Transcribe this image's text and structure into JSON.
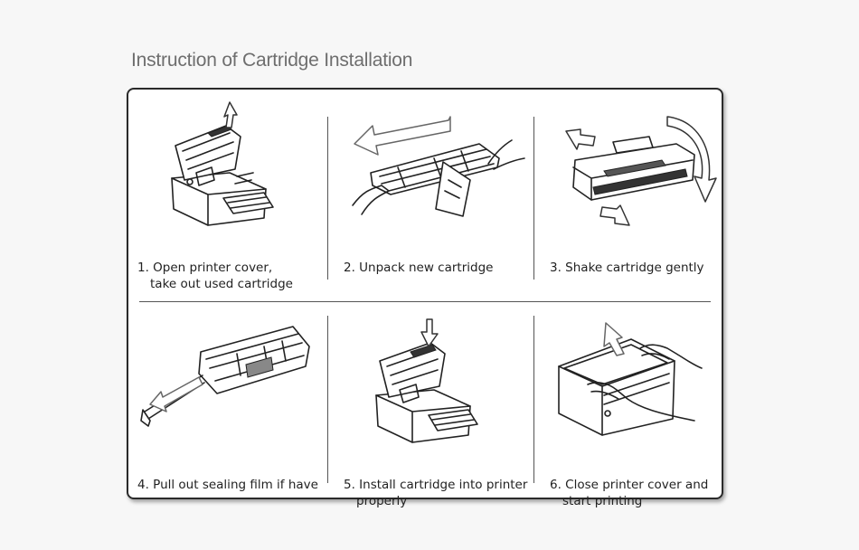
{
  "title": "Instruction of Cartridge Installation",
  "steps": [
    {
      "line1": "1. Open printer cover,",
      "line2": "take out used cartridge",
      "icon": "open-printer-illustration"
    },
    {
      "line1": "2. Unpack new cartridge",
      "line2": "",
      "icon": "unpack-cartridge-illustration"
    },
    {
      "line1": "3. Shake cartridge gently",
      "line2": "",
      "icon": "shake-cartridge-illustration"
    },
    {
      "line1": "4. Pull out sealing film if have",
      "line2": "",
      "icon": "pull-film-illustration"
    },
    {
      "line1": "5. Install cartridge into printer",
      "line2": "properly",
      "icon": "install-cartridge-illustration"
    },
    {
      "line1": "6. Close printer cover and",
      "line2": "start printing",
      "icon": "close-cover-illustration"
    }
  ]
}
